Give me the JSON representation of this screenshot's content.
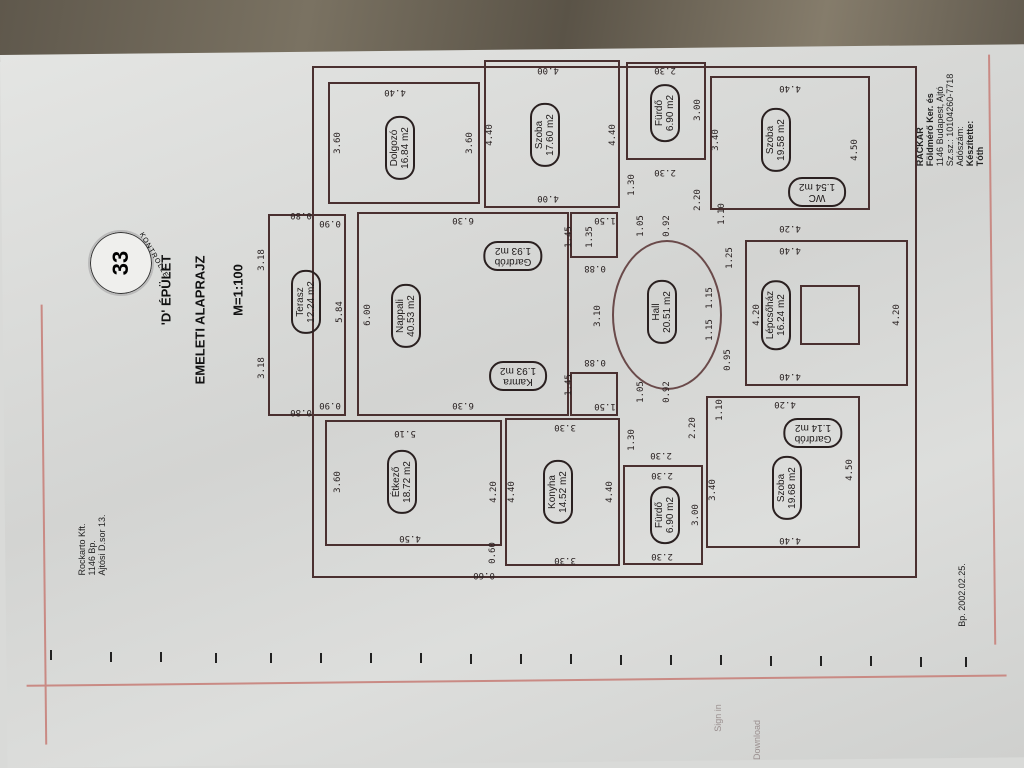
{
  "document": {
    "building": "'D' ÉPÜLET",
    "title": "EMELETI ALAPRAJZ",
    "scale": "M=1:100",
    "stamp": {
      "label": "KONTROLLE",
      "number": "33"
    },
    "left_address": [
      "Rockarto Kft.",
      "1146 Bp.",
      "Ajtósi D.sor 13."
    ],
    "right_block": [
      "RACKAR",
      "Földmérő Ker. és",
      "1146 Budapest, Ajtó",
      "Sz.sz.: 10104260-7718",
      "Adószám:",
      "Készítette:",
      "Tóth"
    ],
    "date": "Bp. 2002.02.25.",
    "footer_faint": [
      "Download",
      "Sign in"
    ]
  },
  "rooms": [
    {
      "name": "Dolgozó",
      "area": "16.84 m2"
    },
    {
      "name": "Szoba",
      "area": "17.60 m2"
    },
    {
      "name": "Fürdő",
      "area": "6.90 m2"
    },
    {
      "name": "Szoba",
      "area": "19.58 m2"
    },
    {
      "name": "WC",
      "area": "1.54 m2"
    },
    {
      "name": "Terasz",
      "area": "12.24 m2"
    },
    {
      "name": "Nappali",
      "area": "40.53 m2"
    },
    {
      "name": "Gardrób",
      "area": "1.93 m2"
    },
    {
      "name": "Kamra",
      "area": "1.93 m2"
    },
    {
      "name": "Hall",
      "area": "20.51 m2"
    },
    {
      "name": "Lépcsőház",
      "area": "16.24 m2"
    },
    {
      "name": "Étkező",
      "area": "18.72 m2"
    },
    {
      "name": "Konyha",
      "area": "14.52 m2"
    },
    {
      "name": "Fürdő",
      "area": "6.90 m2"
    },
    {
      "name": "Szoba",
      "area": "19.68 m2"
    },
    {
      "name": "Gardrób",
      "area": "1.14 m2"
    }
  ],
  "dims": [
    "4.40",
    "3.60",
    "3.60",
    "4.00",
    "4.40",
    "4.40",
    "4.00",
    "2.30",
    "3.00",
    "2.30",
    "4.40",
    "3.40",
    "4.50",
    "4.20",
    "1.10",
    "1.30",
    "2.20",
    "0.80",
    "0.90",
    "3.18",
    "5.84",
    "3.18",
    "0.90",
    "0.80",
    "6.30",
    "6.00",
    "6.30",
    "1.45",
    "1.35",
    "1.50",
    "0.88",
    "3.10",
    "0.88",
    "1.45",
    "1.50",
    "1.05",
    "0.92",
    "0.92",
    "1.05",
    "1.25",
    "1.15",
    "1.15",
    "0.95",
    "4.40",
    "4.20",
    "4.20",
    "4.40",
    "5.10",
    "3.60",
    "4.20",
    "4.50",
    "0.60",
    "0.60",
    "3.30",
    "4.40",
    "4.40",
    "3.30",
    "1.30",
    "2.30",
    "2.20",
    "2.30",
    "3.00",
    "2.30",
    "4.20",
    "1.10",
    "3.40",
    "4.50",
    "4.40"
  ]
}
